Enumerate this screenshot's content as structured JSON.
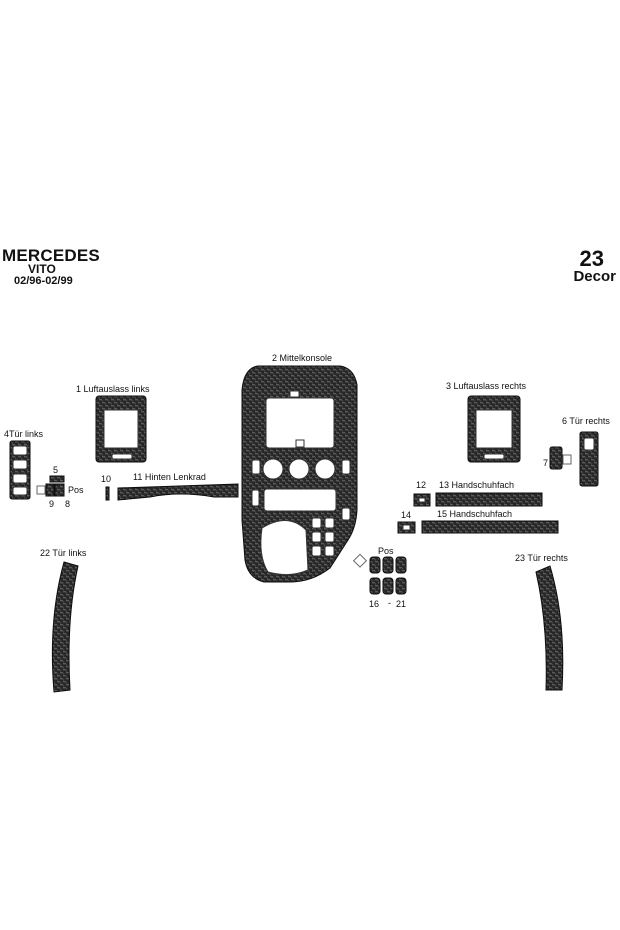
{
  "header": {
    "brand": "MERCEDES",
    "model": "VITO",
    "years": "02/96-02/99",
    "kit_number": "23",
    "kit_name": "Decor"
  },
  "parts": {
    "p1": "1  Luftauslass links",
    "p2": "2  Mittelkonsole",
    "p3": "3 Luftauslass rechts",
    "p4": "4Tür links",
    "p5": "5",
    "pos_left": "Pos",
    "p6": "6  Tür rechts",
    "p7": "7",
    "p8": "8",
    "p9": "9",
    "p10": "10",
    "p11": "11  Hinten Lenkrad",
    "p12": "12",
    "p13": "13  Handschuhfach",
    "p14": "14",
    "p15": "15  Handschuhfach",
    "pos_center": "Pos",
    "p16": "16",
    "dash": "-",
    "p21": "21",
    "p22": "22   Tür links",
    "p23": "23   Tür rechts"
  },
  "colors": {
    "carbon_base": "#262626",
    "carbon_weave": "#5a5a5a",
    "carbon_edge": "#0d0d0d",
    "text": "#111111"
  }
}
